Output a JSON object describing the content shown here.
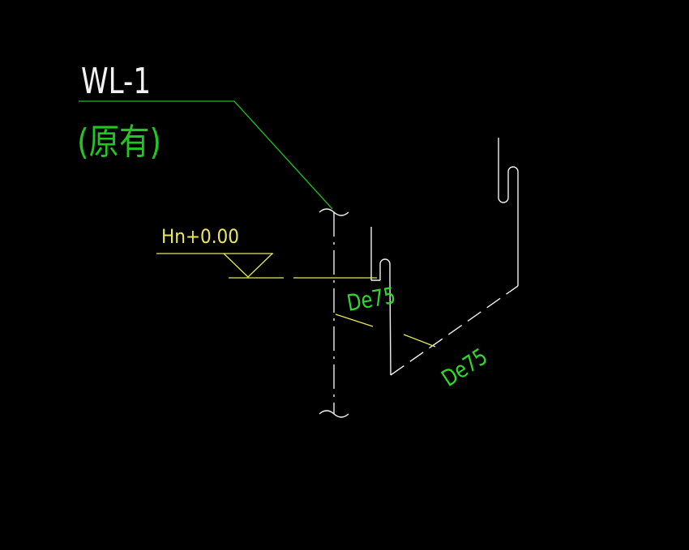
{
  "colors": {
    "background": "#000000",
    "pipe_label": "#f2f2f2",
    "leader": "#1fbf1f",
    "status_text": "#22c522",
    "elevation": "#e8e85a",
    "dim_text": "#2ed82e",
    "pipe": "#f0f0f0"
  },
  "labels": {
    "pipe_id": "WL-1",
    "pipe_status": "(原有)",
    "elevation": "Hn+0.00",
    "size_upper": "De75",
    "size_lower": "De75"
  },
  "icons": [
    "elevation-triangle-icon",
    "break-symbol-icon"
  ]
}
